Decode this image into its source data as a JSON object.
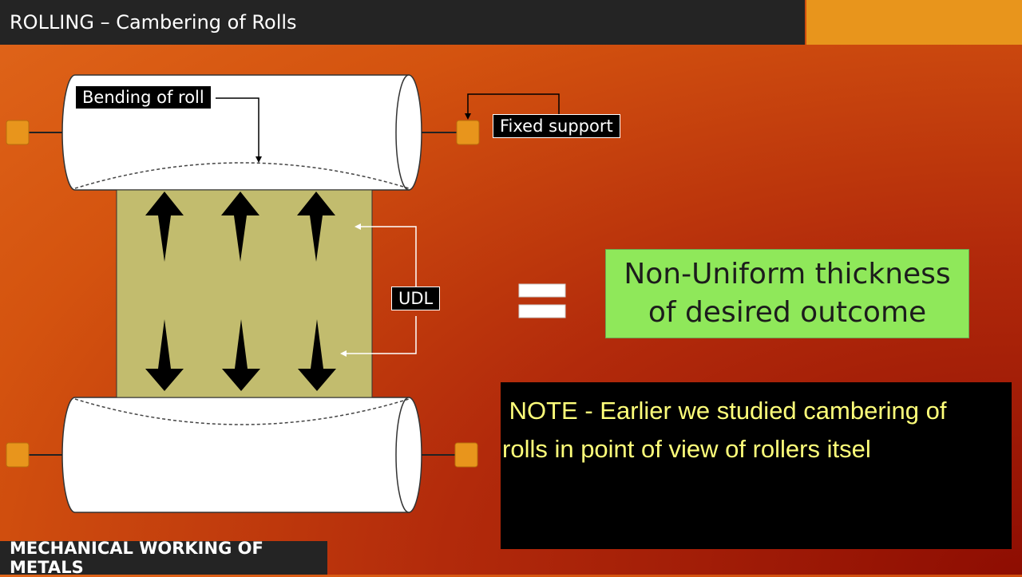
{
  "header": {
    "title": "ROLLING – Cambering of Rolls"
  },
  "footer": {
    "text": "MECHANICAL WORKING OF METALS"
  },
  "diagram": {
    "labels": {
      "bending": "Bending of roll",
      "support": "Fixed support",
      "udl": "UDL"
    }
  },
  "result": {
    "line1": "Non-Uniform thickness",
    "line2": "of desired outcome"
  },
  "note": {
    "line1": " NOTE - Earlier we studied cambering of",
    "line2": "rolls in point of view of rollers itsel"
  },
  "colors": {
    "title_bar": "#242424",
    "accent": "#e8951c",
    "support": "#e8951c",
    "strip": "#c2bc6e",
    "green": "#8fe85a",
    "note_text": "#ffff7a"
  }
}
